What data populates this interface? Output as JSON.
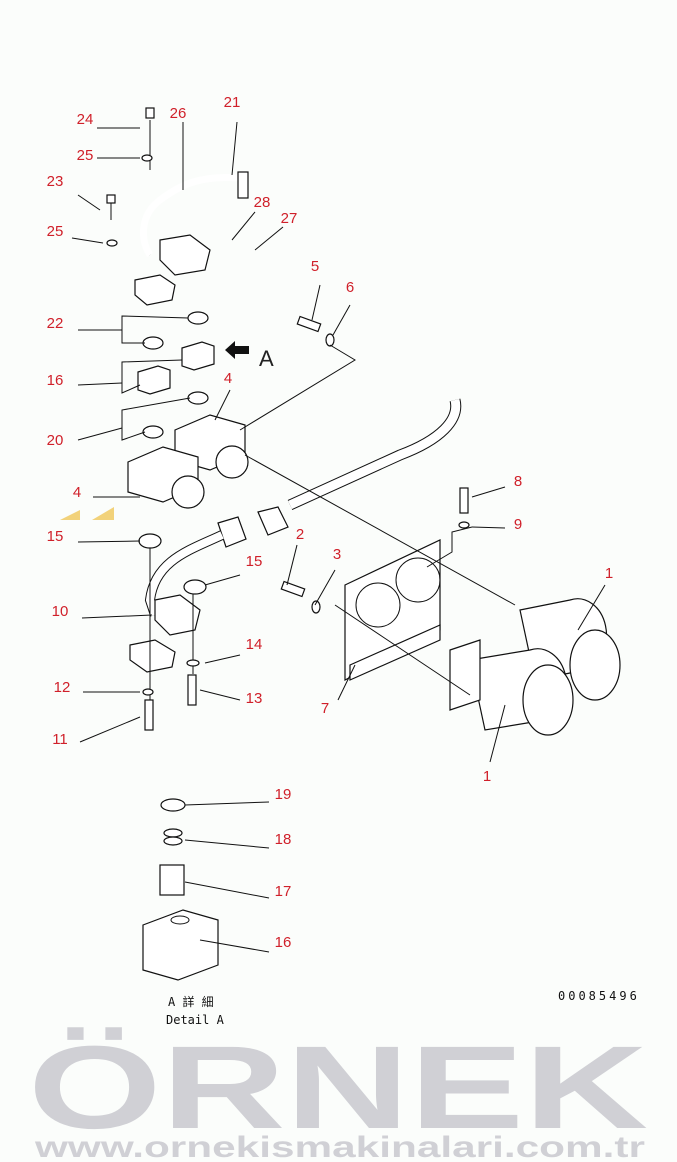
{
  "watermark": {
    "brand": "ÖRNEK",
    "url": "www.ornekismakinalari.com.tr"
  },
  "callouts": [
    "24",
    "26",
    "21",
    "25",
    "23",
    "28",
    "27",
    "25",
    "5",
    "6",
    "22",
    "16",
    "4",
    "20",
    "4",
    "8",
    "9",
    "15",
    "2",
    "3",
    "15",
    "1",
    "10",
    "14",
    "12",
    "13",
    "7",
    "11",
    "1",
    "19",
    "18",
    "17",
    "16"
  ],
  "view_marker": "A",
  "detail": {
    "title_jp": "A 詳 細",
    "title_en": "Detail A"
  },
  "drawing_number": "00085496",
  "colors": {
    "callout": "#d0202a",
    "watermark": "#c9c9cf",
    "watermark_accent": "#f2d27a"
  }
}
